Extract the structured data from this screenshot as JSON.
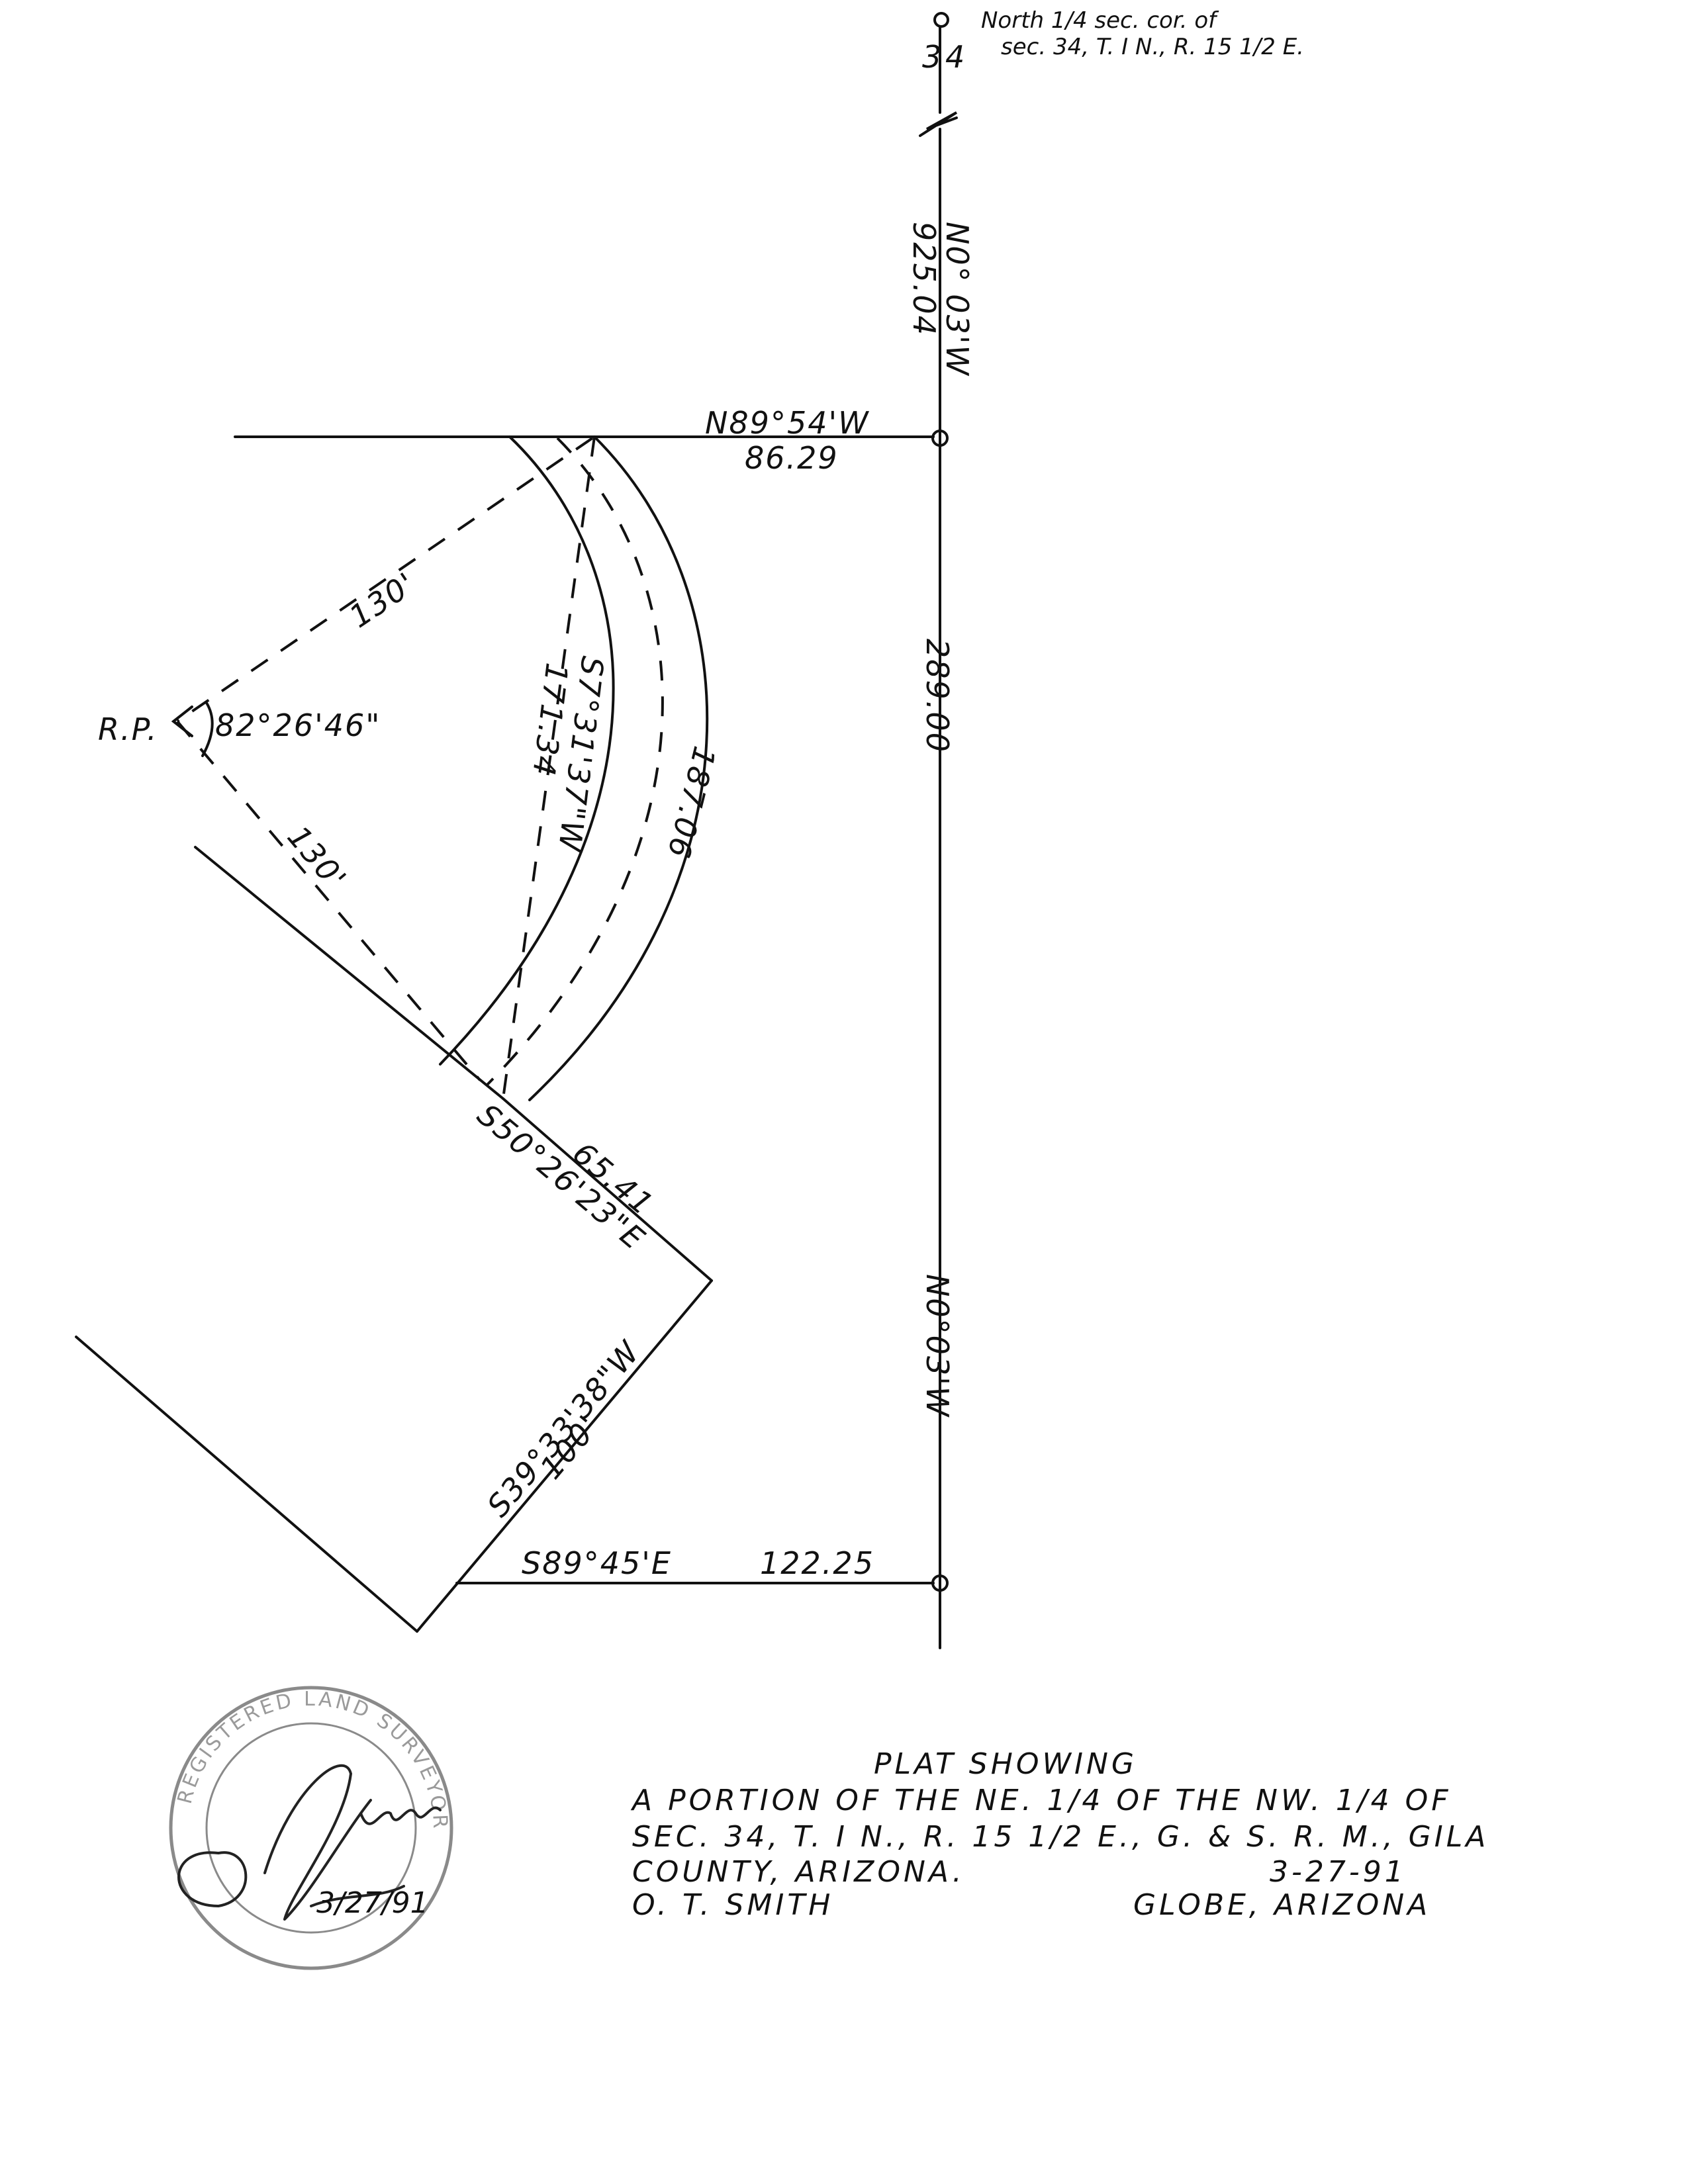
{
  "corner": {
    "sec_left": "3",
    "sec_right": "4",
    "note_line1": "North 1/4 sec. cor. of",
    "note_line2": "sec. 34, T. I N., R. 15 1/2 E."
  },
  "courses": {
    "north_bearing": "N0° 03'W",
    "north_distance": "925.04",
    "top_bearing": "N89°54'W",
    "top_distance": "86.29",
    "east_distance": "289.00",
    "east_lower_bearing": "N0°03'W",
    "chord_bearing": "S7°31'37\"W",
    "chord_distance": "171.34",
    "arc_length": "187.06",
    "radius_upper": "130'",
    "radius_lower": "130'",
    "rp_label": "R.P.",
    "central_angle": "82°26'46\"",
    "diag_bearing": "S50°26'23\"E",
    "diag_distance": "65.41",
    "sw_bearing": "S39°33'38\"W",
    "sw_distance": "100'",
    "bottom_bearing": "S89°45'E",
    "bottom_distance": "122.25"
  },
  "title_block": {
    "heading": "PLAT SHOWING",
    "line1": "A PORTION OF THE NE. 1/4 OF THE NW. 1/4 OF",
    "line2": "SEC. 34, T. I N., R. 15 1/2 E., G. & S. R. M., GILA",
    "line3_left": "COUNTY, ARIZONA.",
    "line3_right": "3-27-91",
    "line4_left": "O. T. SMITH",
    "line4_right": "GLOBE, ARIZONA"
  },
  "seal": {
    "ring_text": "REGISTERED LAND SURVEYOR",
    "sign_date": "3/27/91"
  }
}
